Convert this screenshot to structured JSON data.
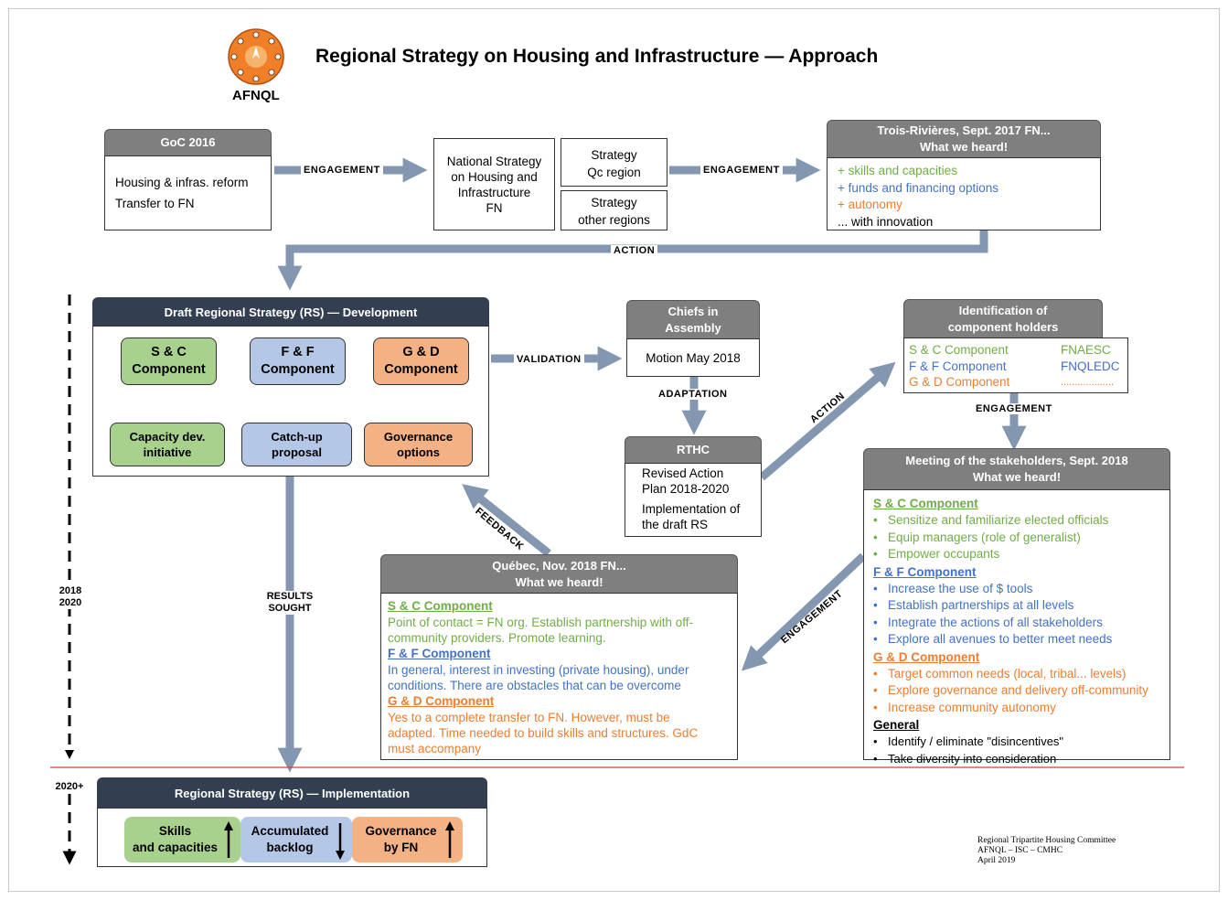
{
  "title": "Regional Strategy on Housing and Infrastructure — Approach",
  "logo_text": "AFNQL",
  "colors": {
    "navy": "#333f50",
    "gray": "#7f7f7f",
    "arrow": "#8497b0",
    "green": "#70ad47",
    "blue": "#4472c4",
    "orange": "#ed7d31",
    "timeline_red": "#e03c31"
  },
  "goc": {
    "header": "GoC 2016",
    "lines": [
      "Housing & infras. reform",
      "Transfer to FN"
    ]
  },
  "national": {
    "lines": [
      "National Strategy",
      "on Housing and",
      "Infrastructure",
      "FN"
    ]
  },
  "strategy_qc": {
    "lines": [
      "Strategy",
      "Qc region"
    ]
  },
  "strategy_other": {
    "lines": [
      "Strategy",
      "other regions"
    ]
  },
  "trois": {
    "header": [
      "Trois-Rivières, Sept. 2017 FN...",
      "What we heard!"
    ],
    "items": [
      "+ skills and capacities",
      "+ funds and financing options",
      "+ autonomy",
      "... with innovation"
    ]
  },
  "labels": {
    "engagement": "ENGAGEMENT",
    "action": "ACTION",
    "validation": "VALIDATION",
    "adaptation": "ADAPTATION",
    "feedback": "FEEDBACK",
    "results": [
      "RESULTS",
      "SOUGHT"
    ]
  },
  "draft": {
    "header": "Draft Regional Strategy (RS)  —  Development",
    "components": [
      [
        "S & C",
        "Component"
      ],
      [
        "F & F",
        "Component"
      ],
      [
        "G & D",
        "Component"
      ]
    ],
    "outputs": [
      [
        "Capacity dev.",
        "initiative"
      ],
      [
        "Catch-up",
        "proposal"
      ],
      [
        "Governance",
        "options"
      ]
    ]
  },
  "chiefs": {
    "header": [
      "Chiefs in",
      "Assembly"
    ],
    "body": "Motion May 2018"
  },
  "rthc": {
    "header": "RTHC",
    "lines": [
      "Revised Action",
      "Plan 2018-2020",
      "Implementation of",
      "the draft RS"
    ]
  },
  "ident": {
    "header": [
      "Identification of",
      "component holders"
    ],
    "rows": [
      [
        "S & C Component",
        "FNAESC"
      ],
      [
        "F & F Component",
        "FNQLEDC"
      ],
      [
        "G & D Component",
        "..................."
      ]
    ]
  },
  "meeting": {
    "header": [
      "Meeting of the stakeholders, Sept. 2018",
      "What we heard!"
    ],
    "sc_title": "S & C Component",
    "sc": [
      "Sensitize and familiarize elected officials",
      "Equip managers (role of generalist)",
      "Empower occupants"
    ],
    "ff_title": "F & F Component",
    "ff": [
      "Increase the use of $ tools",
      "Establish partnerships at all levels",
      "Integrate the actions of all stakeholders",
      "Explore all avenues to better meet needs"
    ],
    "gd_title": "G & D Component",
    "gd": [
      "Target common needs (local, tribal... levels)",
      "Explore governance and delivery off-community",
      "Increase community autonomy"
    ],
    "gen_title": "General",
    "gen": [
      "Identify / eliminate \"disincentives\"",
      "Take diversity into consideration"
    ]
  },
  "quebec": {
    "header": [
      "Québec, Nov. 2018  FN...",
      "What we heard!"
    ],
    "sc_title": "S & C Component",
    "sc": [
      "Point of contact = FN org. Establish partnership with off-",
      "community providers. Promote learning."
    ],
    "ff_title": "F & F Component",
    "ff": [
      "In general, interest in investing (private housing), under",
      "conditions. There are obstacles that can be overcome"
    ],
    "gd_title": "G & D Component",
    "gd": [
      "Yes to a complete transfer to FN. However, must be",
      "adapted. Time needed to build skills and structures. GdC",
      "must accompany"
    ]
  },
  "impl": {
    "header": "Regional Strategy (RS)  —  Implementation",
    "items": [
      [
        "Skills",
        "and capacities"
      ],
      [
        "Accumulated",
        "backlog"
      ],
      [
        "Governance",
        "by FN"
      ]
    ]
  },
  "timeline": {
    "period1": [
      "2018",
      "2020"
    ],
    "period2": "2020+"
  },
  "credit": [
    "Regional Tripartite Housing Committee",
    "AFNQL – ISC – CMHC",
    "April 2019"
  ]
}
